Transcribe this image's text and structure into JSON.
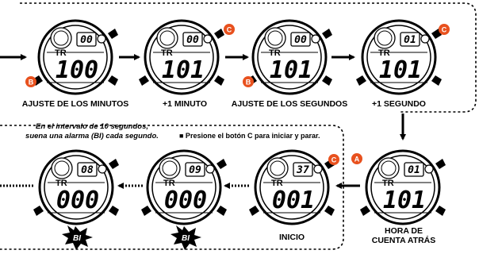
{
  "captions": {
    "step1": "AJUSTE DE LOS MINUTOS",
    "step2": "+1 MINUTO",
    "step3": "AJUSTE DE LOS SEGUNDOS",
    "step4": "+1 SEGUNDO",
    "step5_line1": "HORA DE",
    "step5_line2": "CUENTA ATRÁS",
    "step6": "INICIO"
  },
  "note": {
    "line1": "En el intervalo de 10 segundos,",
    "line2": "suena una alarma (BI) cada segundo."
  },
  "instruction": "■ Presione el botón C para iniciar y parar.",
  "mode_label": "TR",
  "alarm_label": "BI",
  "watches": [
    {
      "id": "w1",
      "small": "00",
      "main": "100"
    },
    {
      "id": "w2",
      "small": "00",
      "main": "101"
    },
    {
      "id": "w3",
      "small": "00",
      "main": "101"
    },
    {
      "id": "w4",
      "small": "01",
      "main": "101"
    },
    {
      "id": "w5",
      "small": "01",
      "main": "101"
    },
    {
      "id": "w6",
      "small": "37",
      "main": "001"
    },
    {
      "id": "w7",
      "small": "09",
      "main": "000"
    },
    {
      "id": "w8",
      "small": "08",
      "main": "000"
    }
  ],
  "buttons": {
    "a": "A",
    "b": "B",
    "c": "C"
  },
  "colors": {
    "button": "#e8511e",
    "ink": "#000000",
    "face": "#ffffff"
  }
}
